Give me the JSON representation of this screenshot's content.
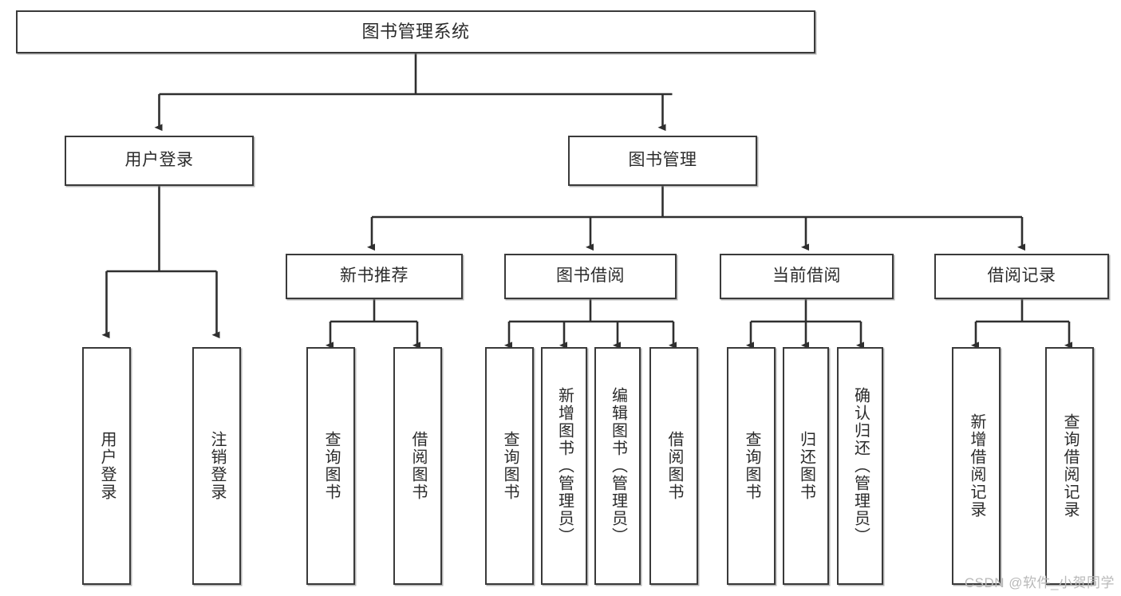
{
  "diagram": {
    "title": "图书管理系统",
    "type": "tree-hierarchy",
    "colors": {
      "box_border": "#3a3a3a",
      "box_fill": "#ffffff",
      "connector": "#2f2f2f",
      "text": "#2b2b2b",
      "watermark": "#b9b9b9",
      "background": "#ffffff"
    },
    "root": {
      "label": "图书管理系统"
    },
    "level1": [
      {
        "label": "用户登录"
      },
      {
        "label": "图书管理"
      }
    ],
    "level2": [
      {
        "label": "新书推荐"
      },
      {
        "label": "图书借阅"
      },
      {
        "label": "当前借阅"
      },
      {
        "label": "借阅记录"
      }
    ],
    "leaves": {
      "user_login": [
        {
          "label": "用户登录"
        },
        {
          "label": "注销登录"
        }
      ],
      "new_book_recommend": [
        {
          "label": "查询图书"
        },
        {
          "label": "借阅图书"
        }
      ],
      "book_borrow": [
        {
          "label": "查询图书"
        },
        {
          "label": "新增图书（管理员）"
        },
        {
          "label": "编辑图书（管理员）"
        },
        {
          "label": "借阅图书"
        }
      ],
      "current_borrow": [
        {
          "label": "查询图书"
        },
        {
          "label": "归还图书"
        },
        {
          "label": "确认归还（管理员）"
        }
      ],
      "borrow_record": [
        {
          "label": "新增借阅记录"
        },
        {
          "label": "查询借阅记录"
        }
      ]
    }
  },
  "watermark": {
    "text": "CSDN @软件_小贺同学"
  }
}
